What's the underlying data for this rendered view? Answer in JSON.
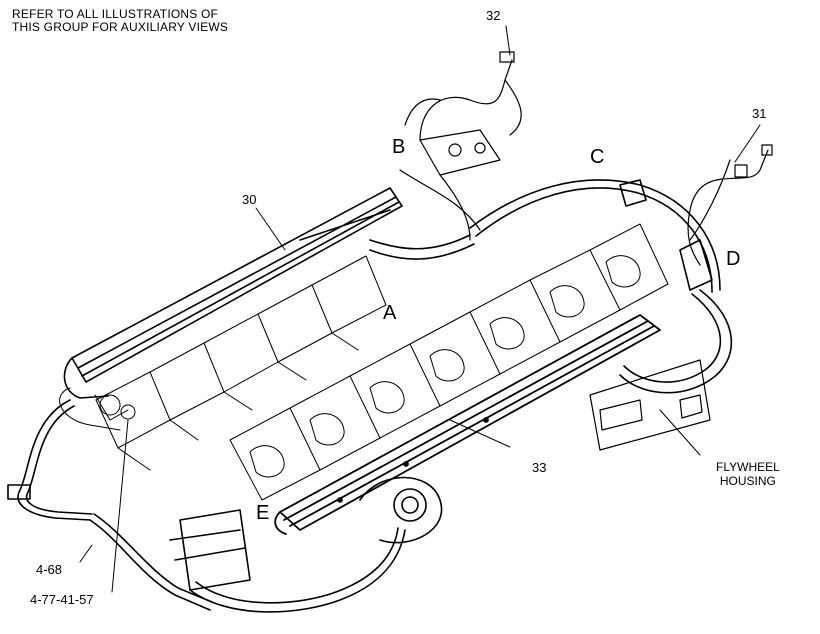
{
  "note": {
    "line1": "REFER TO ALL ILLUSTRATIONS OF",
    "line2": "THIS GROUP FOR AUXILIARY VIEWS"
  },
  "callouts": {
    "c30": "30",
    "c31": "31",
    "c32": "32",
    "c33": "33",
    "c468": "4-68",
    "c477": "4-77-41-57"
  },
  "views": {
    "a": "A",
    "b": "B",
    "c": "C",
    "d": "D",
    "e": "E"
  },
  "flywheel": {
    "line1": "FLYWHEEL",
    "line2": "HOUSING"
  }
}
